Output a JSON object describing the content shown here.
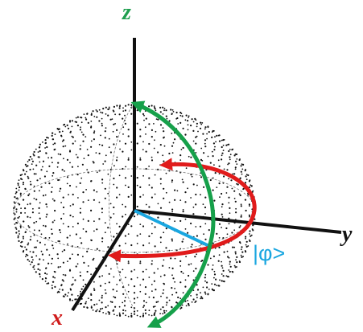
{
  "axes": {
    "z_label": "z",
    "y_label": "y",
    "x_label": "x"
  },
  "state_label": "|φ>",
  "colors": {
    "sphere_points": "#111111",
    "axis_lines": "#111111",
    "grid_lines": "#777777",
    "z_label": "#1e9e4e",
    "y_label": "#111111",
    "x_label": "#d01c1c",
    "state_label": "#19a6e0",
    "state_vector": "#19a6e0",
    "rotation_about_z": "#e01b1b",
    "rotation_about_y": "#16a04a"
  },
  "icons": {
    "rotation_about_z": "red-curved-arrow-icon",
    "rotation_about_y": "green-curved-arrow-icon"
  }
}
